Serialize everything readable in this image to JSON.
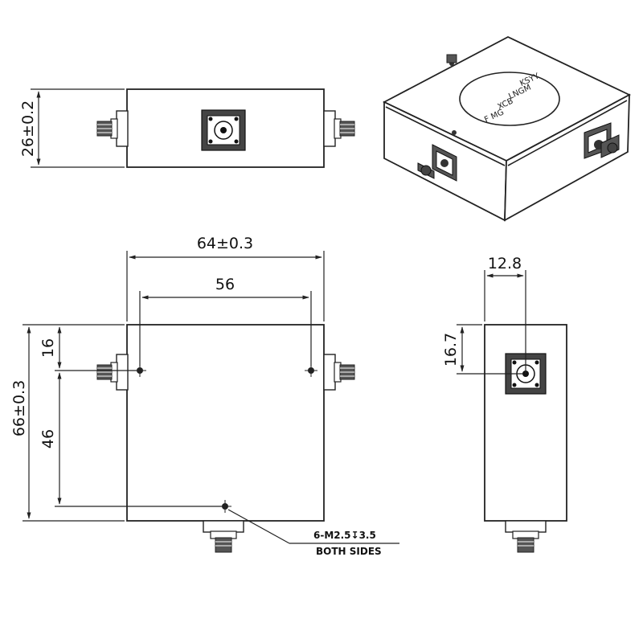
{
  "dimensions": {
    "height_side": "26±0.2",
    "width_top": "64±0.3",
    "hole_spacing": "56",
    "height_total": "66±0.3",
    "offset_16": "16",
    "offset_46": "46",
    "connector_x": "12.8",
    "connector_y": "16.7"
  },
  "callout": {
    "thread": "6-M2.5↧3.5",
    "sides": "BOTH SIDES"
  },
  "iso_label": [
    "KSYY",
    "LNGM",
    "XCB",
    "F MG"
  ]
}
